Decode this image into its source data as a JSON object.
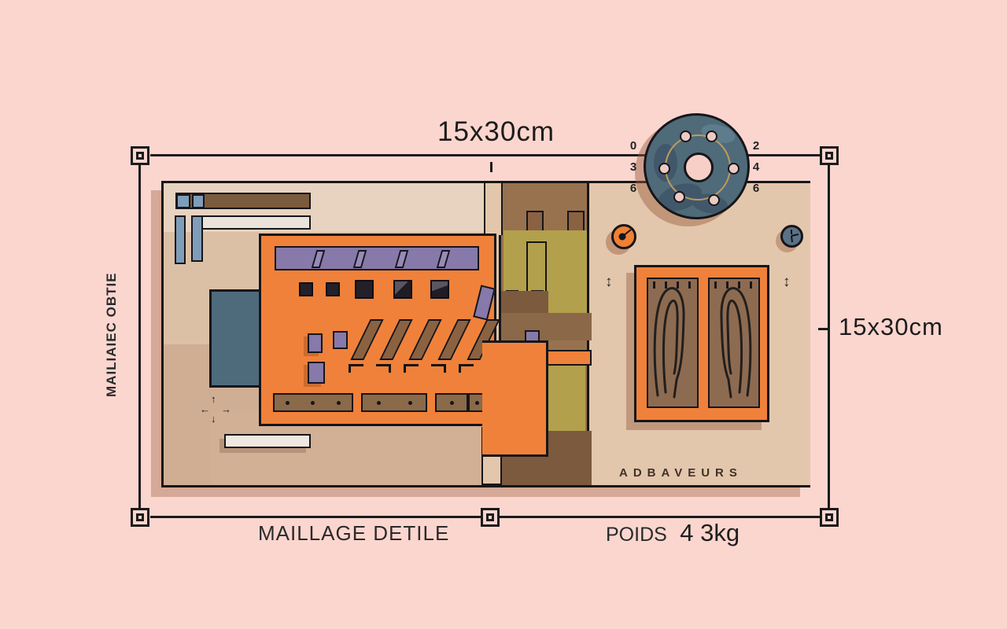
{
  "scene": {
    "background": "#fbd6cf",
    "line_color": "#1b1b1b",
    "accent_orange": "#f0813a",
    "board_tan": "#dcc0a6",
    "olive": "#b3a04c",
    "purple": "#8779a9",
    "flange_blue": "#4f6a79",
    "teal": "#4e6b7b"
  },
  "labels": {
    "top_dimension": "15x30cm",
    "right_dimension": "15x30cm",
    "left_vertical": "MAILIAIEC OBTIE",
    "bottom_left": "MAILLAGE DETILE",
    "weight_label": "POIDS",
    "weight_value": "4 3kg",
    "board_text": "ADBAVEURS"
  },
  "flange": {
    "left_numbers": [
      "0",
      "3",
      "6"
    ],
    "right_numbers": [
      "2",
      "4",
      "6"
    ]
  },
  "marks": {
    "updown": "↕",
    "up": "↑",
    "down": "↓",
    "left": "←",
    "right": "→"
  }
}
